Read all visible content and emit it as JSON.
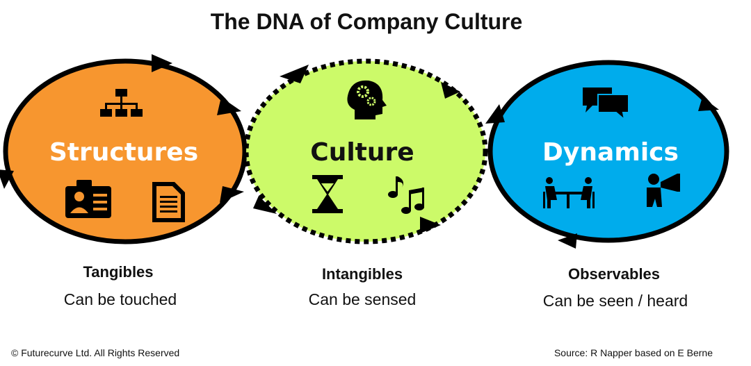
{
  "title": "The DNA of Company Culture",
  "colors": {
    "structures": "#f7962f",
    "culture": "#ccfa69",
    "dynamics": "#00acec",
    "outline": "#000000",
    "label_light": "#ffffff",
    "label_dark": "#111111"
  },
  "circles": [
    {
      "label": "Structures",
      "icons": [
        "org-chart-icon",
        "id-badge-icon",
        "document-icon"
      ],
      "caption_title": "Tangibles",
      "caption_text": "Can be touched"
    },
    {
      "label": "Culture",
      "icons": [
        "head-with-gears-icon",
        "hourglass-icon",
        "music-notes-icon"
      ],
      "caption_title": "Intangibles",
      "caption_text": "Can be sensed"
    },
    {
      "label": "Dynamics",
      "icons": [
        "speech-bubbles-icon",
        "meeting-table-icon",
        "megaphone-person-icon"
      ],
      "caption_title": "Observables",
      "caption_text": "Can be seen / heard"
    }
  ],
  "footer": {
    "copyright": "© Futurecurve Ltd. All Rights Reserved",
    "source": "Source: R Napper based on E Berne"
  }
}
